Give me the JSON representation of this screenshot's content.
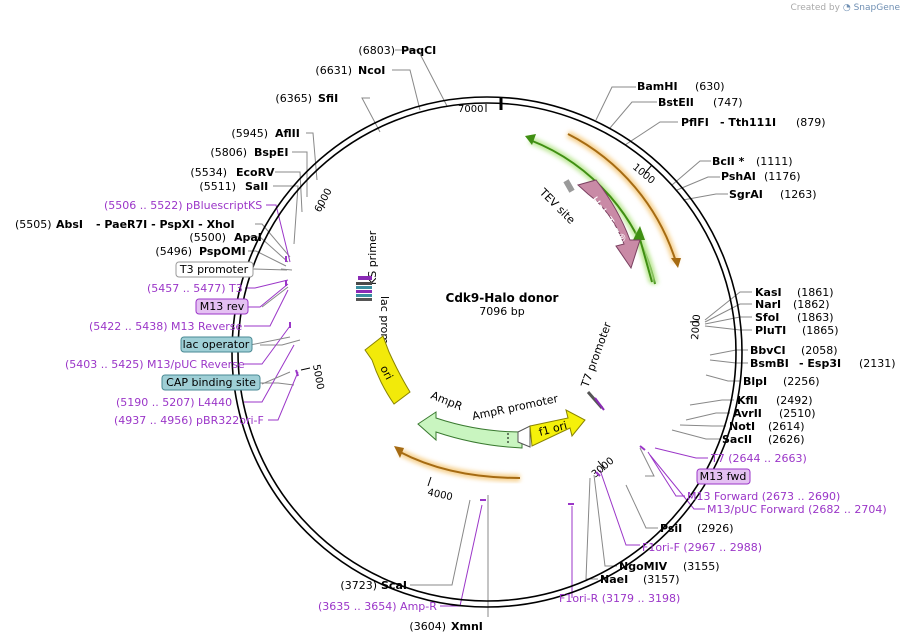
{
  "credit": {
    "prefix": "Created by",
    "brand": "SnapGene"
  },
  "plasmid": {
    "name": "Cdk9-Halo donor",
    "length": "7096 bp"
  },
  "ticks": [
    "1000",
    "2000",
    "3000",
    "4000",
    "5000",
    "6000",
    "7000"
  ],
  "enzymes_left": [
    {
      "pos": "(6803)",
      "name": "PaqCI"
    },
    {
      "pos": "(6631)",
      "name": "NcoI"
    },
    {
      "pos": "(6365)",
      "name": "SfiI"
    },
    {
      "pos": "(5945)",
      "name": "AflII"
    },
    {
      "pos": "(5806)",
      "name": "BspEI"
    },
    {
      "pos": "(5534)",
      "name": "EcoRV"
    },
    {
      "pos": "(5511)",
      "name": "SalI"
    },
    {
      "pos": "(5505)",
      "name": "AbsI",
      "extra": "- PaeR7I - PspXI - XhoI"
    },
    {
      "pos": "(5500)",
      "name": "ApaI"
    },
    {
      "pos": "(5496)",
      "name": "PspOMI"
    },
    {
      "pos": "(3723)",
      "name": "ScaI"
    },
    {
      "pos": "(3604)",
      "name": "XmnI"
    }
  ],
  "enzymes_right": [
    {
      "name": "BamHI",
      "pos": "(630)"
    },
    {
      "name": "BstEII",
      "pos": "(747)"
    },
    {
      "name": "PflFI",
      "extra": "- Tth111I",
      "pos": "(879)"
    },
    {
      "name": "BclI *",
      "pos": "(1111)"
    },
    {
      "name": "PshAI",
      "pos": "(1176)"
    },
    {
      "name": "SgrAI",
      "pos": "(1263)"
    },
    {
      "name": "KasI",
      "pos": "(1861)"
    },
    {
      "name": "NarI",
      "pos": "(1862)"
    },
    {
      "name": "SfoI",
      "pos": "(1863)"
    },
    {
      "name": "PluTI",
      "pos": "(1865)"
    },
    {
      "name": "BbvCI",
      "pos": "(2058)"
    },
    {
      "name": "BsmBI",
      "extra": "- Esp3I",
      "pos": "(2131)"
    },
    {
      "name": "BlpI",
      "pos": "(2256)"
    },
    {
      "name": "KflI",
      "pos": "(2492)"
    },
    {
      "name": "AvrII",
      "pos": "(2510)"
    },
    {
      "name": "NotI",
      "pos": "(2614)"
    },
    {
      "name": "SacII",
      "pos": "(2626)"
    },
    {
      "name": "PsiI",
      "pos": "(2926)"
    },
    {
      "name": "NgoMIV",
      "pos": "(3155)"
    },
    {
      "name": "NaeI",
      "pos": "(3157)"
    }
  ],
  "primers": {
    "pBluescriptKS": "(5506 .. 5522)  pBluescriptKS",
    "T3": "(5457 .. 5477)  T3",
    "M13Reverse": "(5422 .. 5438)  M13 Reverse",
    "M13pUCReverse": "(5403 .. 5425)  M13/pUC Reverse",
    "L4440": "(5190 .. 5207)  L4440",
    "pBR322oriF": "(4937 .. 4956)  pBR322ori-F",
    "Amp_R": "(3635 .. 3654)  Amp-R",
    "F1oriR": "F1ori-R    (3179 .. 3198)",
    "F1oriF": "F1ori-F    (2967 .. 2988)",
    "M13pUCForward": "M13/pUC Forward    (2682 .. 2704)",
    "M13Forward": "M13 Forward    (2673 .. 2690)",
    "T7": "T7    (2644 .. 2663)"
  },
  "boxes": {
    "T3_promoter": "T3 promoter",
    "M13_rev": "M13 rev",
    "lac_operator": "lac operator",
    "CAP_binding_site": "CAP binding site",
    "M13_fwd": "M13 fwd"
  },
  "features": {
    "TEV_site": "TEV site",
    "HaloTag": "HaloTag®",
    "T7_promoter": "T7 promoter",
    "KS_primer": "KS primer",
    "lac_promoter": "lac promoter",
    "ori": "ori",
    "AmpR": "AmpR",
    "AmpR_promoter": "AmpR promoter",
    "f1_ori": "f1 ori"
  },
  "colors": {
    "halotag": "#c98aa6",
    "orange_arc": "#e8a33c",
    "green_arc": "#7cc23a",
    "ori": "#f2ea0a",
    "ampr": "#c9f5c0",
    "f1ori": "#f5f10a",
    "primer": "#9b36c8",
    "lac_box": "#9fcfd6",
    "m13_box": "#e4c1f2"
  }
}
